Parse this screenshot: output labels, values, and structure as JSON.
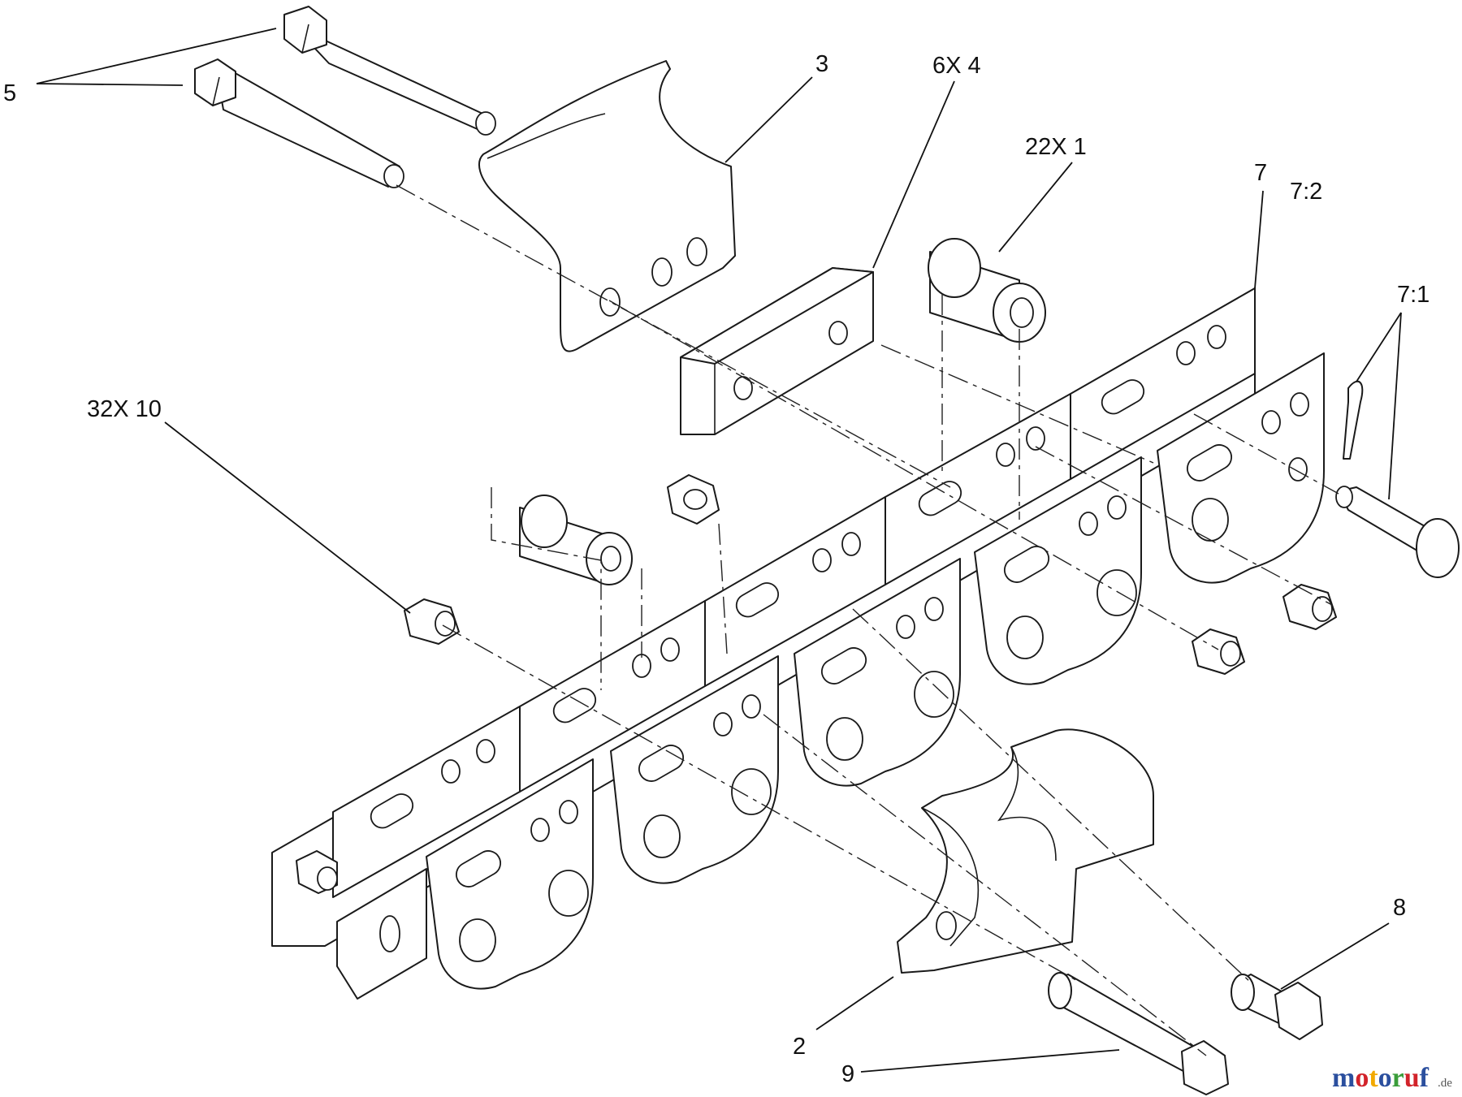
{
  "callouts": {
    "c5": "5",
    "c3": "3",
    "c6x4": "6X 4",
    "c22x1": "22X 1",
    "c7": "7",
    "c7_2": "7:2",
    "c7_1": "7:1",
    "c32x10": "32X 10",
    "c8": "8",
    "c2": "2",
    "c9": "9"
  },
  "watermark": {
    "letters": [
      "m",
      "o",
      "t",
      "o",
      "r",
      "u",
      "f"
    ],
    "colors": [
      "#2b4f9e",
      "#d2232a",
      "#f2a900",
      "#2b4f9e",
      "#3a9d3a",
      "#d2232a",
      "#2b4f9e"
    ],
    "suffix": ".de"
  }
}
